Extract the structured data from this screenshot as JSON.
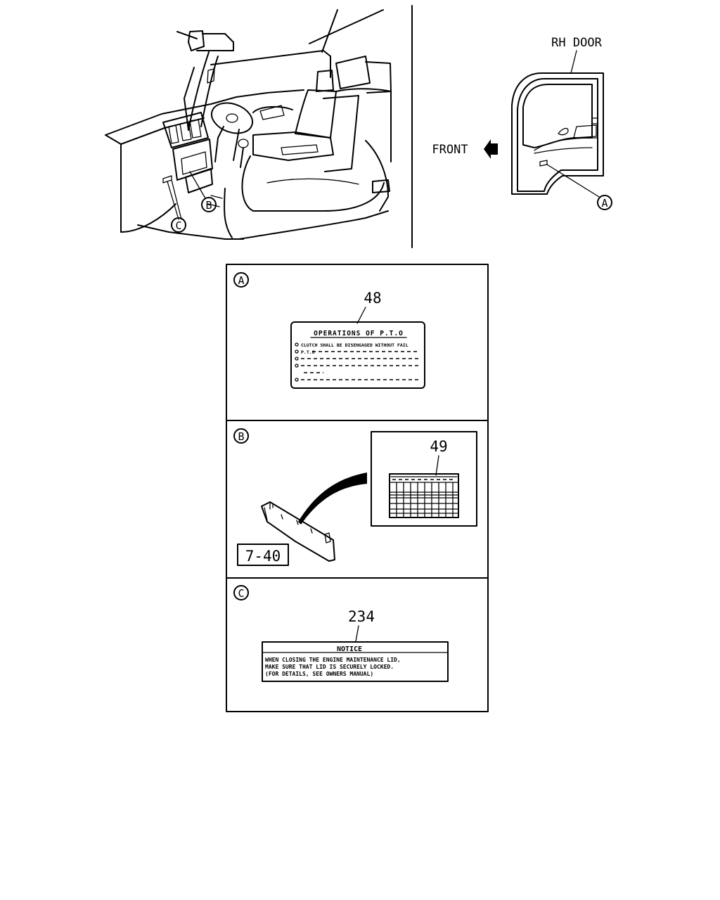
{
  "top_view": {
    "door_label": "RH DOOR",
    "direction_label": "FRONT",
    "callouts": [
      "A",
      "B",
      "C"
    ]
  },
  "panel_a": {
    "letter": "A",
    "part_number": "48",
    "label_title": "OPERATIONS OF P.T.O",
    "label_line_1": "CLUTCH SHALL BE DISENGAGED WITHOUT FAIL",
    "label_line_2": "P.T.O"
  },
  "panel_b": {
    "letter": "B",
    "part_number": "49",
    "reference": "7-40"
  },
  "panel_c": {
    "letter": "C",
    "part_number": "234",
    "label_title": "NOTICE",
    "label_lines": [
      "WHEN CLOSING THE ENGINE MAINTENANCE LID,",
      "MAKE SURE THAT LID IS SECURELY LOCKED.",
      "(FOR DETAILS, SEE OWNERS MANUAL)"
    ]
  }
}
